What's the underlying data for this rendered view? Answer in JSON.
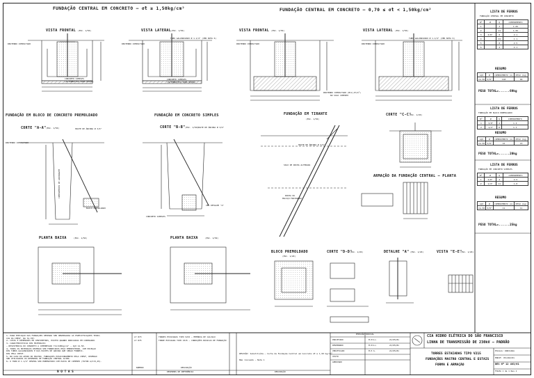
{
  "titles": {
    "t1": "FUNDAÇÃO CENTRAL EM CONCRETO – σ̄t ≥ 1,50kg/cm²",
    "t2": "FUNDAÇÃO CENTRAL EM CONCRETO – 0,70 ≤ σ̄t < 1,50kg/cm²",
    "t3": "FUNDAÇÃO EM BLOCO DE CONCRETO PREMOLDADO",
    "t4": "FUNDAÇÃO EM CONCRETO SIMPLES",
    "t5": "FUNDAÇÃO EM TIRANTE",
    "t5s": "(ESC. 1/50)"
  },
  "views": {
    "vf1": "VISTA FRONTAL",
    "vf1s": "(ESC. 1/50)",
    "vl1": "VISTA LATERAL",
    "vl1s": "(ESC. 1/50)",
    "vf2": "VISTA FRONTAL",
    "vf2s": "(ESC. 1/50)",
    "vl2": "VISTA LATERAL",
    "vl2s": "(ESC. 1/50)",
    "ca": "CORTE \"A-A\"",
    "cas": "(ESC. 1/50)",
    "cb": "CORTE \"B-B\"",
    "cbs": "(ESC. 1/50)",
    "cc": "CORTE \"C-C\"",
    "ccs": "(ESC. 1/20)",
    "arm": "ARMAÇÃO DA FUNDAÇÃO CENTRAL – PLANTA",
    "pb1": "PLANTA BAIXA",
    "pb1s": "(ESC. 1/50)",
    "pb2": "PLANTA BAIXA",
    "pb2s": "(ESC. 1/50)",
    "bp": "BLOCO PREMOLDADO",
    "bps": "(ESC. 1/20)",
    "cd": "CORTE \"D-D\"",
    "cds": "(ESC. 1/20)",
    "da": "DETALHE \"A\"",
    "das": "(ESC. 1/20)",
    "ve": "VISTA \"E-E\"",
    "ves": "(ESC. 1/20)"
  },
  "labels": {
    "reaterro1": "REATERRO COMPACTADO",
    "reaterro2": "REATERRO COMPACTADO",
    "reaterro3": "REATERRO COMPACTADO",
    "reaterro4": "REATERRO COMPACTADO",
    "reaterro5": "REATERRO COMPACTADO",
    "tubo1": "TUBO GALVANIZADO Ø 1.1/4\" (VER NOTA 6)",
    "tubo2": "TUBO GALVANIZADO Ø 1.1/4\" (VER NOTA 6)",
    "cs1": "CONCRETO SIMPLES",
    "cs1b": "(ALTERNATIVA PARA ROCHA)",
    "cs2": "CONCRETO SIMPLES",
    "cs2b": "(ALTERNATIVA PARA ROCHA)",
    "reat_big": "REATERRO COMPACTADO (B=2,4T/m³)",
    "reat_big2": "NO SOLO CIMENTO",
    "haste1": "HASTE DE ÂNCORA Ø 3/4\"",
    "haste2": "HASTE DE ÂNCORA Ø 3/4\"",
    "haste3": "HASTE DE ÂNCORA Ø 3/4\"",
    "bloco": "BLOCO PREMOLDADO",
    "cs3": "CONCRETO SIMPLES",
    "det": "VER DETALHE \"A\"",
    "solo": "SOLO DE ROCHA ALTERADA",
    "rocha1": "ROCHA OU",
    "rocha2": "MACIÇO FRATURADO",
    "ancoragem": "COMPRIMENTO DE ANCORAGEM"
  },
  "ferros1": {
    "title": "LISTA DE FERROS",
    "sub": "FUNDAÇÃO CENTRAL EM CONCRETO",
    "header": [
      "Nº",
      "Ø",
      "Q",
      "COMPRIMENTO"
    ],
    "rows": [
      [
        "1",
        "",
        "3",
        "1.65"
      ],
      [
        "2",
        "",
        "11",
        "1.55"
      ],
      [
        "3",
        "3/8\"",
        "8",
        "2.1"
      ],
      [
        "4",
        "",
        "24",
        "1.1"
      ],
      [
        "5",
        "",
        "8",
        "2.5"
      ],
      [
        "6",
        "",
        "4",
        "2.1"
      ]
    ],
    "resumo": "RESUMO",
    "rh": [
      "AÇO",
      "Ø",
      "COMPRIMENTO (m)",
      "PESO (kg)"
    ],
    "rrow": [
      "CA-50",
      "3/8\"",
      "118",
      "66"
    ],
    "total": "PESO TOTAL=......69kg"
  },
  "ferros2": {
    "title": "LISTA DE FERROS",
    "sub": "FUNDAÇÃO EM BLOCO PREMOLDADO",
    "header": [
      "Nº",
      "Ø",
      "Q",
      "COMPRIMENTO"
    ],
    "rows": [
      [
        "1",
        "3/8\"",
        "4",
        "1.4"
      ],
      [
        "2",
        "1/4\"",
        "8",
        "1.1"
      ]
    ],
    "resumo": "RESUMO",
    "rh": [
      "AÇO",
      "Ø",
      "COMPRIMENTO (m)",
      "PESO (kg)"
    ],
    "rrow": [
      "CA-50",
      "3/8\"",
      "15",
      "15"
    ],
    "total": "PESO TOTAL=......20kg"
  },
  "ferros3": {
    "title": "LISTA DE FERROS",
    "sub": "FUNDAÇÃO EM CONCRETO SIMPLES",
    "header": [
      "Nº",
      "Ø",
      "Q",
      "COMPRIMENTO"
    ],
    "rows": [
      [
        "1",
        "3/8\"",
        "4",
        "2.5"
      ],
      [
        "2",
        "1/4\"",
        "11",
        "1.0"
      ]
    ],
    "resumo": "RESUMO",
    "rh": [
      "AÇO",
      "Ø",
      "COMPRIMENTO (m)",
      "PESO (kg)"
    ],
    "rrow": [
      "CA-50",
      "3/8\"",
      "11",
      "11"
    ],
    "total": "PESO TOTAL=......25kg"
  },
  "notes": {
    "lines": [
      "1– PARA EXECUÇÃO DAS FUNDAÇÕES DEVERÃO SER OBSERVADAS AS ESPECIFICAÇÕES TÉCNI-",
      "   CAS DA CHESF, NA TA-787.",
      "2– COTAS E DIMENSÕES EM CENTÍMETROS, EXCETO QUANDO INDICADAS EM CONTRÁRIO.",
      "3– CARACTERÍSTICAS DOS MATERIAIS:",
      "   – RESISTÊNCIA DO CONCRETO À COMPRESSÃO fck=180kg/cm² – AÇO CA-50.",
      "4– TODOS OS MATERIAIS DEVERÃO SER FORNECIDOS PELO EMPREITEIRO, COM EXCEÇÃO",
      "   DOS TUBOS GALVANIZADOS E DAS HASTES DE ÂNCORA QUE SERÃO FORNECI-",
      "   DOS PELA CHESF.",
      "5– NO CASO DO APOIO DO MASTRO, FUNDAÇÕES POSICIONAMENTO PELA CHESF, DEVERÃO",
      "   SER UTILIZADOS OS DESENHOS DE FUNDAÇÃO CENTRAL ACIMA.",
      "6– O TUBO Ø 1.1/4\" DEVERÁ SER PREENCHIDO COM PASTA DE CIMENTO (FATOR A/C=0,45)."
    ],
    "footer": "N O T A S"
  },
  "refs": {
    "codes": [
      "LT 873",
      "LT 875"
    ],
    "descs": [
      "TORRES ESTAIADAS TIPO V215 – MEMÓRIA DE CÁLCULO",
      "TORRE ESTAIADA TIPO V215 – CONDIÇÕES BÁSICAS DE FUNDAÇÃO"
    ],
    "h1": "NÚMERO",
    "h2": "DESCRIÇÃO",
    "footer": "DESENHOS DE REFERÊNCIA"
  },
  "revs": {
    "r1": "REVISÃO: Substituída – Corte de Fundação Central em Concreto σ̄t ≥ 1,50 kg/cm²",
    "r2": "Não revisado – Nota 1",
    "footer": "DESCRIÇÃO"
  },
  "sign": {
    "title": "EMISSÃO INICIAL",
    "rows": [
      "PROJETADO",
      "DESENHADO",
      "VERIFICADO",
      "VISTO",
      "APROVADO"
    ],
    "initials": [
      "M.Oliv.",
      "M.Oliv.",
      "M.P.S.",
      "",
      ""
    ],
    "dates": [
      "21/05/81",
      "21/05/81",
      "21/05/81",
      "",
      ""
    ]
  },
  "company": {
    "name": "CIA HIDRO ELÉTRICA DO SÃO FRANCISCO",
    "line": "LINHA DE TRANSMISSÃO DE 230kV – PADRÃO",
    "title1": "TORRES ESTAIADAS TIPO V215",
    "title2": "FUNDAÇÕES MASTRO CENTRAL E ESTAIS",
    "title3": "FORMA E ARMAÇÃO",
    "escala": "ESCALA: INDICADA",
    "modif": "MODIF. 05/402/81",
    "des": "DES Nº 12 483/61",
    "folha": "FOLHA 1 de 1 Rev.1"
  }
}
